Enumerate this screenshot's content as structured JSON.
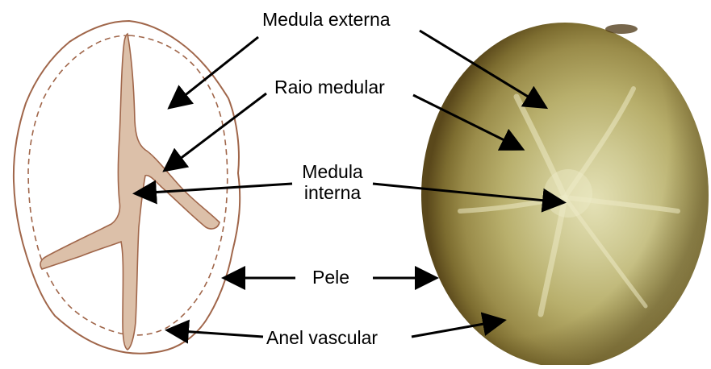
{
  "labels": {
    "medula_externa": "Medula externa",
    "raio_medular": "Raio medular",
    "medula_interna_line1": "Medula",
    "medula_interna_line2": "interna",
    "pele": "Pele",
    "anel_vascular": "Anel vascular"
  },
  "colors": {
    "outline": "#a0664a",
    "dashed_ring": "#a0664a",
    "pith_fill": "#dcc0a9",
    "tuber_skin": "#5e4c1c",
    "tuber_ring": "#7a6a30",
    "tuber_cortex": "#a59a55",
    "tuber_center": "#d8d4a0",
    "arrow": "#000000"
  }
}
